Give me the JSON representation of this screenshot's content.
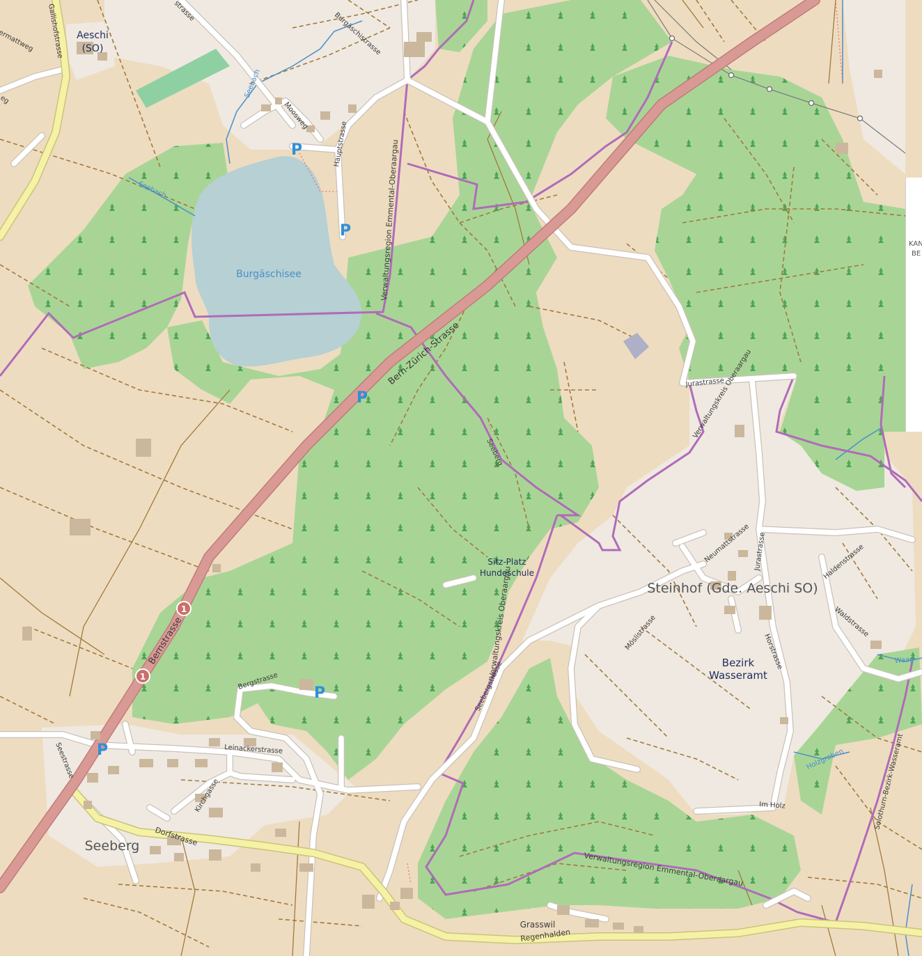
{
  "colors": {
    "background": "#efe9e1",
    "farmland": "#eedcc0",
    "forest": "#a8d596",
    "water": "#b6d0d3",
    "meadow": "#8fd0a2",
    "motorway": "#d99a96",
    "secondary_road": "#f6f2a5",
    "minor_road": "#ffffff",
    "admin_boundary": "#b06bb8",
    "track": "#a0793b",
    "parking": "#2f8fd8",
    "label_dark": "#3a3a3a",
    "label_place": "#1f2d5b",
    "label_water": "#4a8fc8"
  },
  "places": {
    "aeschi": "Aeschi",
    "aeschi_so": "(SO)",
    "seeberg": "Seeberg",
    "steinhof": "Steinhof (Gde. Aeschi SO)",
    "bezirk_1": "Bezirk",
    "bezirk_2": "Wasseramt",
    "sitzplatz_1": "Sitz-Platz",
    "sitzplatz_2": "Hundeschule",
    "grasswil": "Grasswil"
  },
  "water": {
    "lake": "Burgäschisee",
    "seebach_north": "Seebach",
    "seebach_west": "Seebach",
    "holzgraben": "Holzgraben",
    "waag": "Waag"
  },
  "roads": {
    "bern_zurich": "Bern-Zürich-Strasse",
    "bernstrasse": "Bernstrasse",
    "route_number": "1",
    "route_number_2": "1",
    "gallishofstrasse": "Gallishofstrasse",
    "ackermattweg": "Ackermattweg",
    "burgaeschistrasse": "Burgäschistrasse",
    "strasse_top": "strasse",
    "moosweg": "Moosweg",
    "hauptstrasse": "Hauptstrasse",
    "jurastrasse": "Jurastrasse",
    "jurastrasse_2": "Jurastrasse",
    "neumattstrasse": "Neumattstrasse",
    "haldenstrasse": "Haldenstrasse",
    "waldstrasse": "Waldstrasse",
    "moeslistrasse": "Möslistrasse",
    "horstrasse": "Horstrasse",
    "im_holz": "Im Holz",
    "seebergstrasse": "Seebergstrasse",
    "seeberg_path": "Seeberg",
    "bergstrasse": "Bergstrasse",
    "leinackerstrasse": "Leinackerstrasse",
    "kirchgasse": "Kirchgasse",
    "seestrasse": "Seestrasse",
    "dorfstrasse": "Dorfstrasse",
    "regenhalden": "Regenhalden",
    "weg_left": "eg"
  },
  "boundaries": {
    "verwaltungsregion_north": "Verwaltungsregion Emmental-Oberaargau",
    "verwaltungskreis": "Verwaltungskreis Oberaargau",
    "verwaltungskreis_south": "Verwaltungskreis Oberaargau",
    "verwaltungsregion_south": "Verwaltungsregion Emmental-Oberaargau",
    "solothurn_bezirk": "Solothurn-Bezirk-Wasseramt"
  },
  "parking": {
    "p1": "P",
    "p2": "P",
    "p3": "P",
    "p4": "P",
    "p5": "P"
  },
  "inset": {
    "line1": "KAN",
    "line2": "BE"
  }
}
